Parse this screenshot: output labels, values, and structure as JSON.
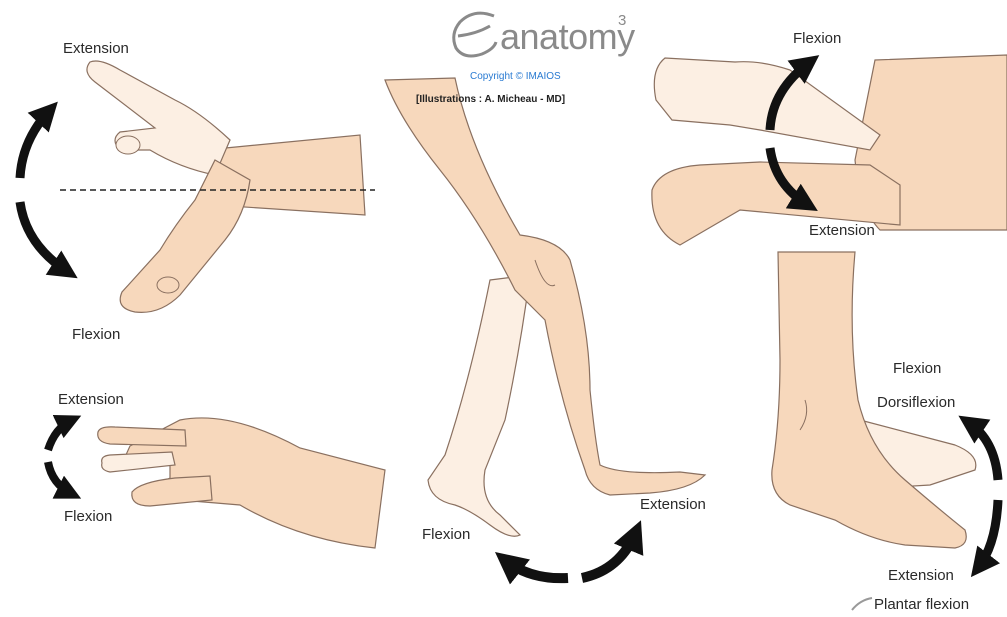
{
  "logo": {
    "wordmark": "anatomy",
    "superscript": "3",
    "copyright": "Copyright © IMAIOS",
    "credit": "[Illustrations : A. Micheau - MD]"
  },
  "panels": {
    "wrist": {
      "top_label": "Extension",
      "bottom_label": "Flexion"
    },
    "fingers": {
      "top_label": "Extension",
      "bottom_label": "Flexion"
    },
    "knee": {
      "left_label": "Flexion",
      "right_label": "Extension"
    },
    "elbow": {
      "top_label": "Flexion",
      "bottom_label": "Extension"
    },
    "ankle": {
      "flexion_label": "Flexion",
      "dorsiflexion_label": "Dorsiflexion",
      "extension_label": "Extension",
      "plantar_label": "Plantar flexion"
    }
  },
  "colors": {
    "skin": "#f7d8bc",
    "skin_light": "#fcefe3",
    "outline": "#8a7060",
    "arrow": "#111111",
    "accent": "#2a7bd2"
  }
}
